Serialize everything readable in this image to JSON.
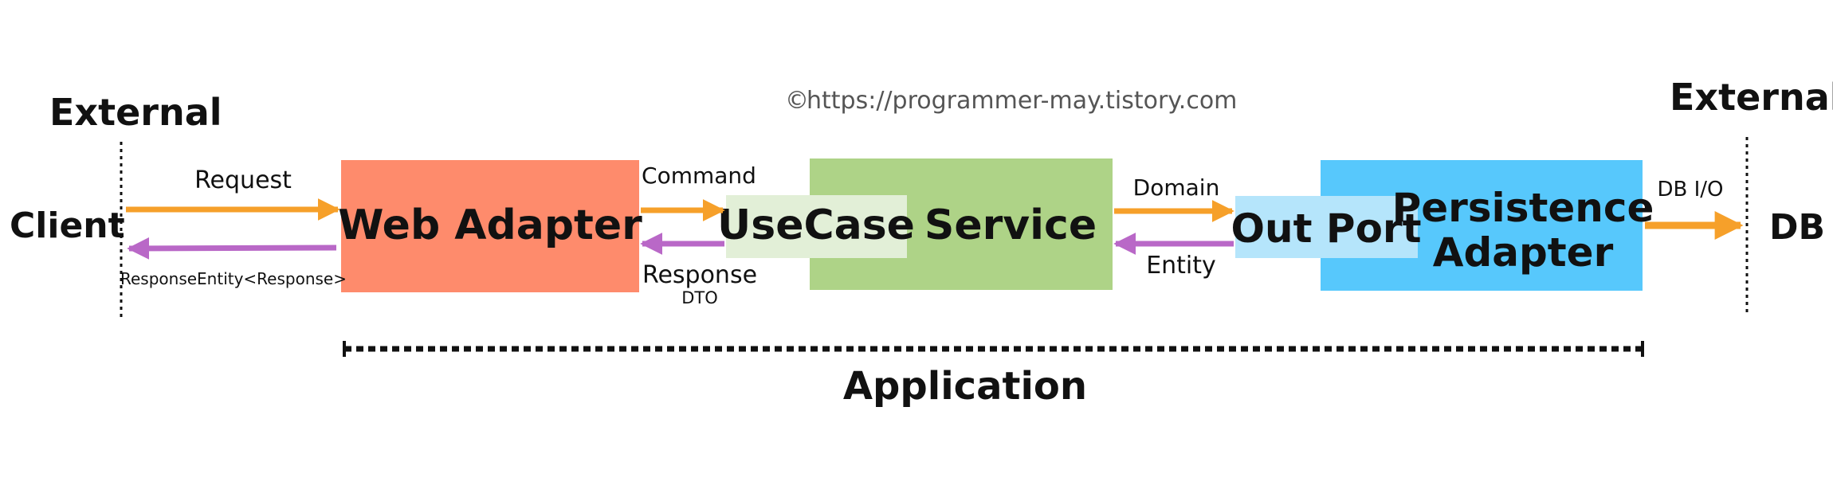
{
  "watermark": {
    "symbol": "©",
    "url": "https://programmer-may.tistory.com"
  },
  "left": {
    "external_label": "External",
    "client_label": "Client"
  },
  "right": {
    "external_label": "External",
    "db_label": "DB"
  },
  "components": {
    "web_adapter": "Web Adapter",
    "usecase": "UseCase",
    "service": "Service",
    "out_port": "Out Port",
    "persistence_line1": "Persistence",
    "persistence_line2": "Adapter"
  },
  "arrows": {
    "request": "Request",
    "response_entity": "ResponseEntity<Response>",
    "command": "Command",
    "response": "Response",
    "response_sub": "DTO",
    "domain": "Domain",
    "entity": "Entity",
    "db_io": "DB I/O"
  },
  "application_label": "Application",
  "colors": {
    "web_adapter": "#fe8b6c",
    "service": "#aed387",
    "usecase": "#e2efd7",
    "persistence": "#57c8fc",
    "out_port": "#b5e5fb",
    "forward_arrow": "#f6a02a",
    "return_arrow": "#b968c7",
    "text": "#111111"
  }
}
